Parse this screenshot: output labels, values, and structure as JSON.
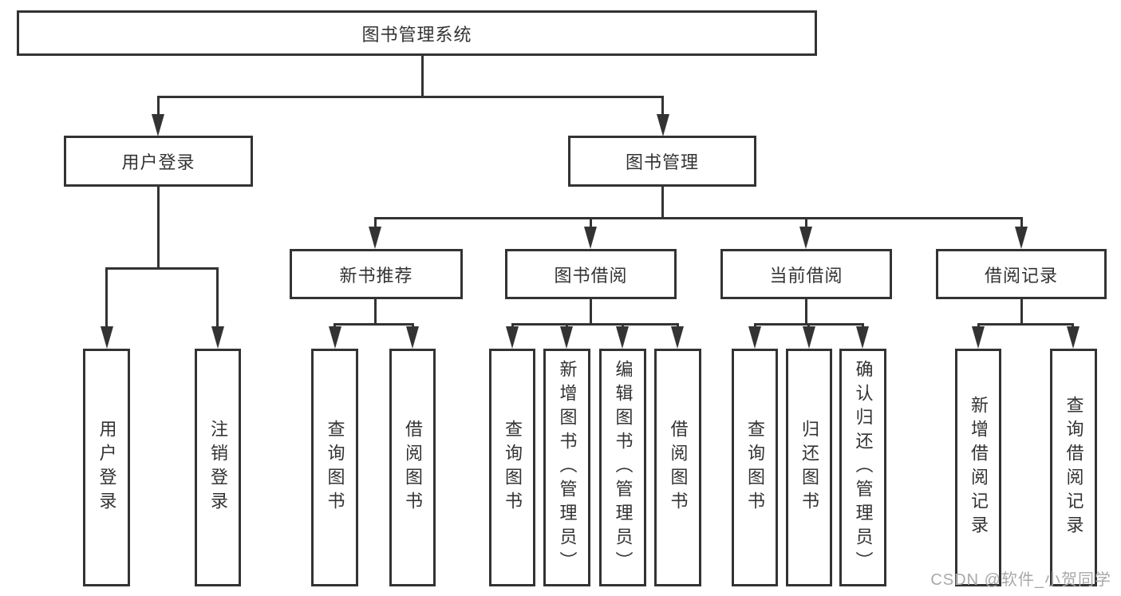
{
  "colors": {
    "line": "#333333",
    "text": "#333333",
    "background": "#ffffff",
    "watermark": "#a9a9a9"
  },
  "tree": {
    "label": "图书管理系统",
    "children": [
      {
        "label": "用户登录",
        "children": [
          {
            "label": "用户登录"
          },
          {
            "label": "注销登录"
          }
        ]
      },
      {
        "label": "图书管理",
        "children": [
          {
            "label": "新书推荐",
            "children": [
              {
                "label": "查询图书"
              },
              {
                "label": "借阅图书"
              }
            ]
          },
          {
            "label": "图书借阅",
            "children": [
              {
                "label": "查询图书"
              },
              {
                "label": "新增图书（管理员）"
              },
              {
                "label": "编辑图书（管理员）"
              },
              {
                "label": "借阅图书"
              }
            ]
          },
          {
            "label": "当前借阅",
            "children": [
              {
                "label": "查询图书"
              },
              {
                "label": "归还图书"
              },
              {
                "label": "确认归还（管理员）"
              }
            ]
          },
          {
            "label": "借阅记录",
            "children": [
              {
                "label": "新增借阅记录"
              },
              {
                "label": "查询借阅记录"
              }
            ]
          }
        ]
      }
    ]
  },
  "watermark": "CSDN @软件_小贺同学"
}
